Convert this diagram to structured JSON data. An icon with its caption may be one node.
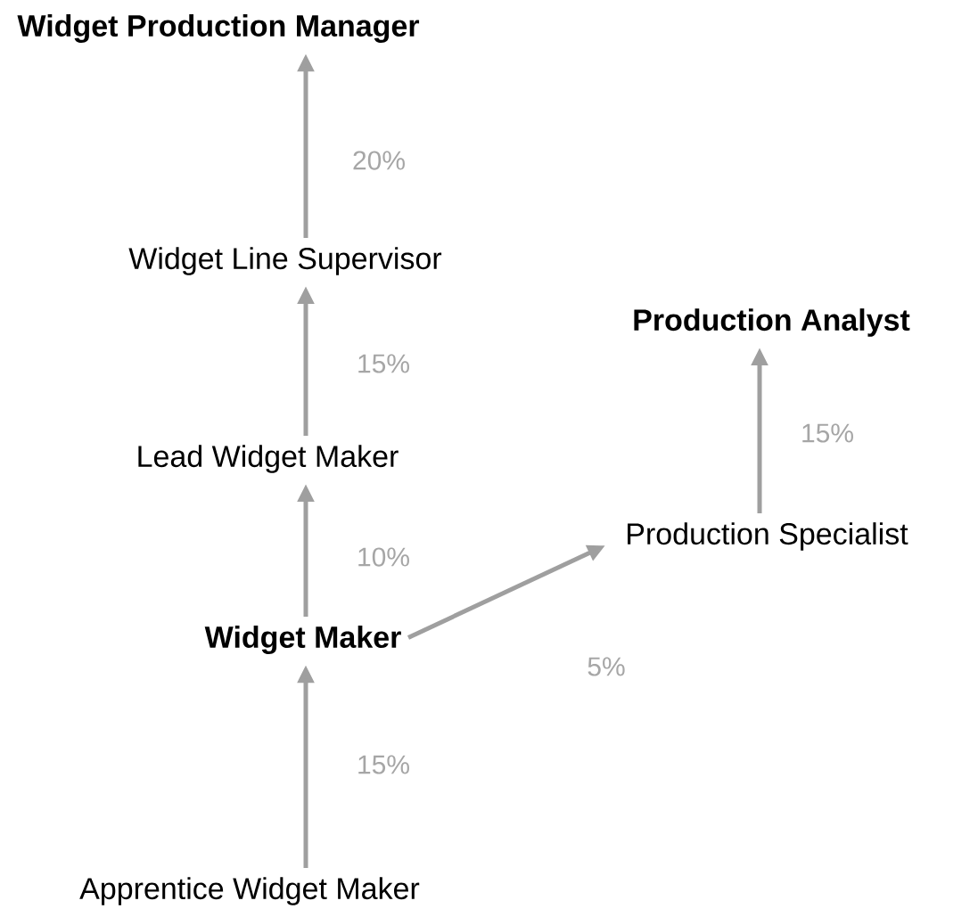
{
  "diagram": {
    "nodes": [
      {
        "text": [
          "Widget Production Manager"
        ]
      },
      {
        "text": [
          "Widget Line Supervisor"
        ]
      },
      {
        "text": [
          "Production Analyst"
        ]
      },
      {
        "text": [
          "Lead Widget Maker"
        ]
      },
      {
        "text": [
          "Production Specialist"
        ]
      },
      {
        "text": [
          "Widget Maker"
        ]
      },
      {
        "text": [
          "Apprentice Widget Maker"
        ]
      }
    ],
    "edges": [
      {
        "from": 6,
        "to": 5,
        "arrow": "to",
        "label": "15%"
      },
      {
        "from": 5,
        "to": 3,
        "arrow": "to",
        "label": "10%"
      },
      {
        "from": 3,
        "to": 1,
        "arrow": "to",
        "label": "15%"
      },
      {
        "from": 1,
        "to": 0,
        "arrow": "to",
        "label": "20%"
      },
      {
        "from": 5,
        "to": 4,
        "arrow": "to",
        "label": "5%"
      },
      {
        "from": 4,
        "to": 2,
        "arrow": "to",
        "label": "15%"
      }
    ]
  }
}
